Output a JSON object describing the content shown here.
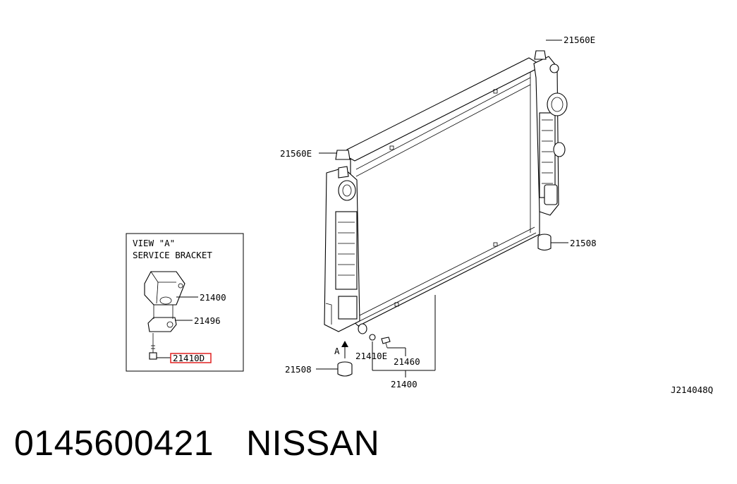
{
  "callouts": {
    "c_21560e_top": "21560E",
    "c_21560e_left": "21560E",
    "c_21508_right": "21508",
    "c_21508_bottom": "21508",
    "c_21410e": "21410E",
    "c_21460": "21460",
    "c_21400_main": "21400",
    "c_arrow_a": "A"
  },
  "view_box": {
    "title_line1": "VIEW \"A\"",
    "title_line2": "SERVICE BRACKET",
    "c_21400": "21400",
    "c_21496": "21496",
    "c_21410d": "21410D"
  },
  "diagram_code": "J214048Q",
  "caption": {
    "part_number": "0145600421",
    "brand": "NISSAN"
  },
  "colors": {
    "highlight": "#e02020",
    "ink": "#000000"
  }
}
